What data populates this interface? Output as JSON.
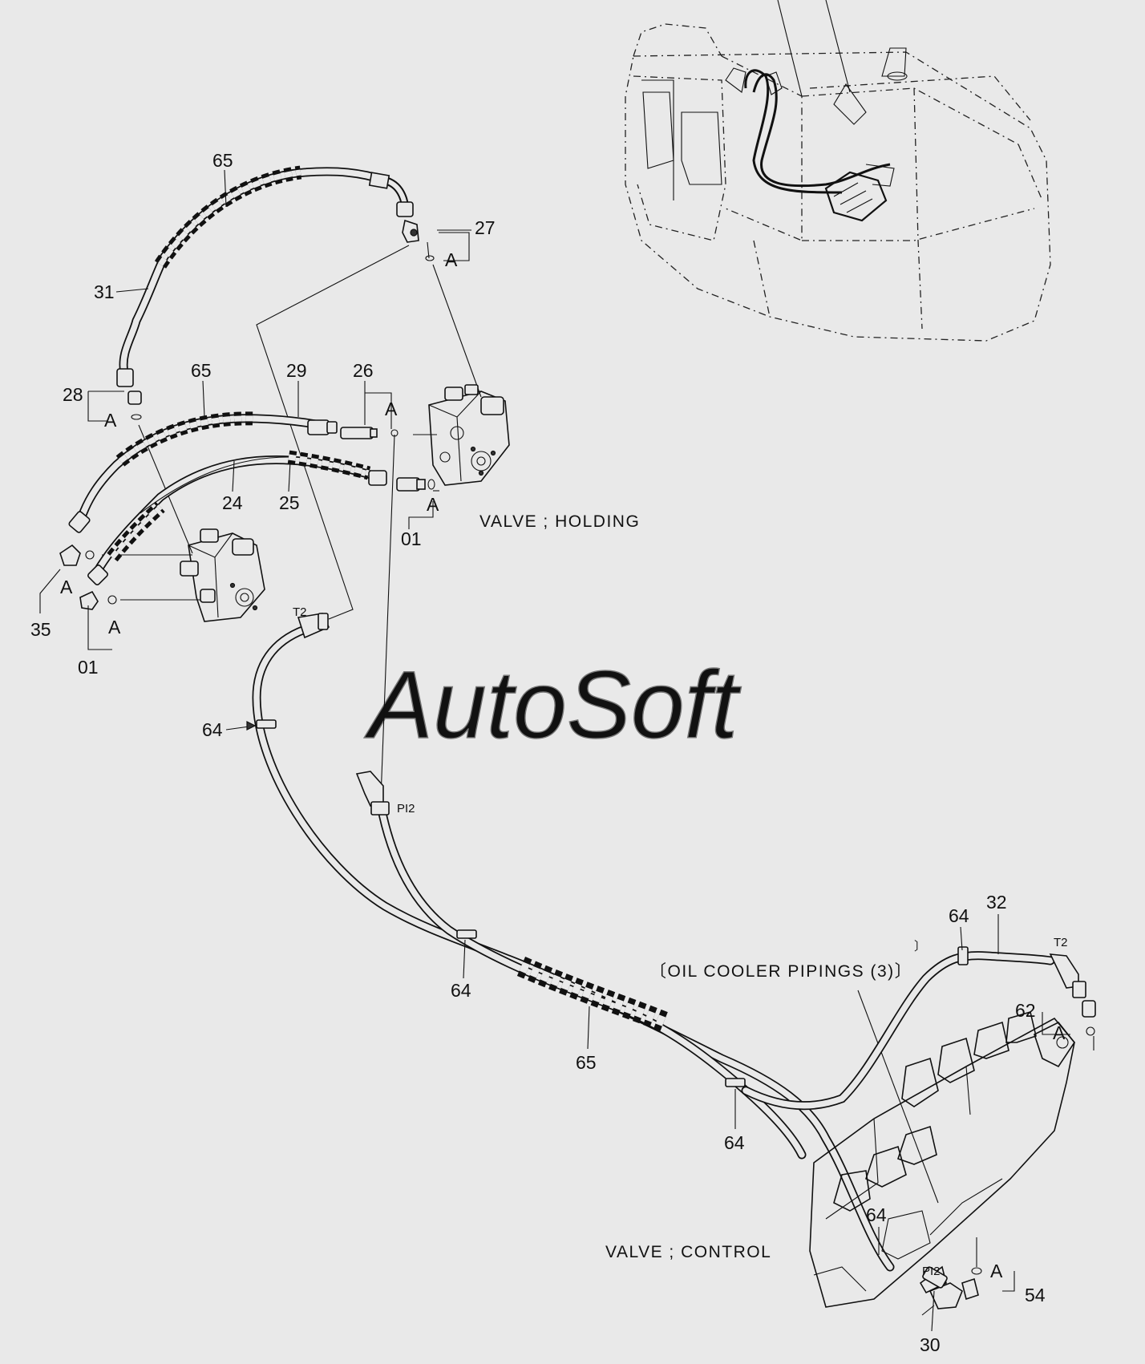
{
  "watermark": "AutoSoft",
  "captions": {
    "valve_holding": "VALVE ; HOLDING",
    "valve_control": "VALVE ; CONTROL",
    "oil_cooler": "〔OIL COOLER PIPINGS (3)〕",
    "bracket_mark": "〕"
  },
  "port_labels": {
    "t2_upper": "T2",
    "pi2_upper": "PI2",
    "t2_right": "T2",
    "pi2_lower": "PI2"
  },
  "callouts": {
    "p65_top": "65",
    "p27": "27",
    "p31": "31",
    "p28": "28",
    "p65_mid": "65",
    "p29": "29",
    "p26": "26",
    "p24": "24",
    "p25": "25",
    "p01_right": "01",
    "p35": "35",
    "p01_left": "01",
    "p64_left": "64",
    "p64_center": "64",
    "p65_bottom": "65",
    "p64_lower": "64",
    "p64_top_right": "64",
    "p32": "32",
    "p62": "62",
    "p64_bottom": "64",
    "p30": "30",
    "p54": "54"
  },
  "seal_marks": {
    "a_27": "A",
    "a_28": "A",
    "a_26": "A",
    "a_01_right": "A",
    "a_35": "A",
    "a_01_left": "A",
    "a_62": "A",
    "a_54": "A"
  }
}
